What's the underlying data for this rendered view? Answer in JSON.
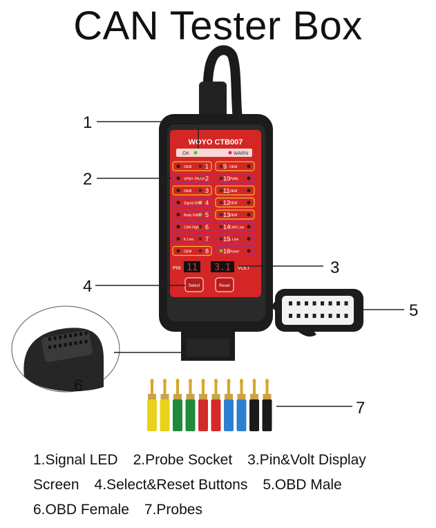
{
  "title": "CAN Tester Box",
  "device": {
    "brand": "WOYO CTB007",
    "ok_label": "OK",
    "warn_label": "WARN",
    "pin_label": "PIN",
    "volt_label": "VOLT",
    "pin_display": "11",
    "volt_display": "3.1",
    "select_label": "Select",
    "reset_label": "Reset",
    "left_pins": [
      {
        "num": "1",
        "label": "OEM"
      },
      {
        "num": "2",
        "label": "VPW+ PWM+"
      },
      {
        "num": "3",
        "label": "OEM"
      },
      {
        "num": "4",
        "label": "Signal GND"
      },
      {
        "num": "5",
        "label": "Body GND"
      },
      {
        "num": "6",
        "label": "CAN High"
      },
      {
        "num": "7",
        "label": "K Line"
      },
      {
        "num": "8",
        "label": "OEM"
      }
    ],
    "right_pins": [
      {
        "num": "9",
        "label": "OEM"
      },
      {
        "num": "10",
        "label": "PWM-"
      },
      {
        "num": "11",
        "label": "OEM"
      },
      {
        "num": "12",
        "label": "OEM"
      },
      {
        "num": "13",
        "label": "OEM"
      },
      {
        "num": "14",
        "label": "CAN Low"
      },
      {
        "num": "15",
        "label": "L Line"
      },
      {
        "num": "16",
        "label": "Power"
      }
    ]
  },
  "callouts": [
    "1",
    "2",
    "3",
    "4",
    "5",
    "6",
    "7"
  ],
  "probe_colors": [
    "#e8d21a",
    "#e8d21a",
    "#1f8a3a",
    "#1f8a3a",
    "#d42a2a",
    "#d42a2a",
    "#2f7fd0",
    "#2f7fd0",
    "#1a1a1a",
    "#1a1a1a"
  ],
  "legend": {
    "item1": "1.Signal LED",
    "item2": "2.Probe Socket",
    "item3": "3.Pin&Volt Display",
    "item3b": "Screen",
    "item4": "4.Select&Reset Buttons",
    "item5": "5.OBD Male",
    "item6": "6.OBD Female",
    "item7": "7.Probes"
  }
}
